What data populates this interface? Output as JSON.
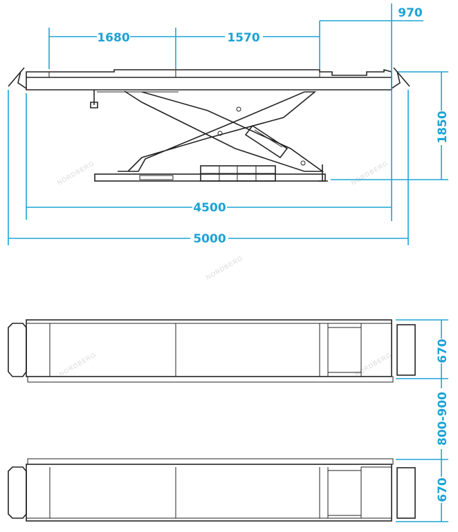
{
  "colors": {
    "dimension": "#1ba3d6",
    "outline": "#222222",
    "watermark": "#d8d8d8"
  },
  "watermark": "NORDBERG",
  "side_view": {
    "dims": {
      "seg1": "1680",
      "seg2": "1570",
      "seg3": "970",
      "height": "1850",
      "platform_length": "4500",
      "overall_length": "5000"
    }
  },
  "top_view": {
    "dims": {
      "platform_width_1": "670",
      "gap": "800-900",
      "platform_width_2": "670"
    }
  }
}
